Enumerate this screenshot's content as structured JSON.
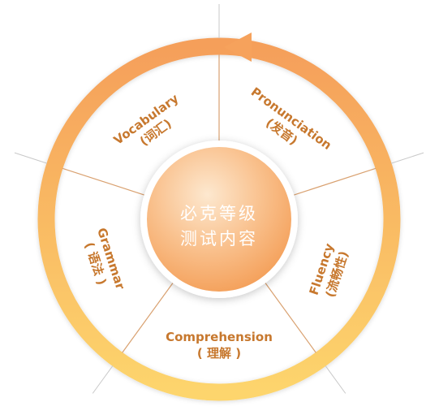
{
  "center": {
    "line1": "必克等级",
    "line2": "测试内容"
  },
  "segments": [
    {
      "id": "pronunciation",
      "en": "Pronunciation",
      "zh": "(发音)"
    },
    {
      "id": "fluency",
      "en": "Fluency",
      "zh": "(流畅性)"
    },
    {
      "id": "comprehension",
      "en": "Comprehension",
      "zh": "( 理解 )"
    },
    {
      "id": "grammar",
      "en": "Grammar",
      "zh": "( 语法 )"
    },
    {
      "id": "vocabulary",
      "en": "Vocabulary",
      "zh": "(词汇)"
    }
  ],
  "colors": {
    "ring_top": "#f6a35d",
    "ring_bottom": "#fdd36c",
    "label": "#c7782e",
    "center_light": "#fde3c6",
    "center_dark": "#f6a55f",
    "divider": "#d9a170"
  }
}
